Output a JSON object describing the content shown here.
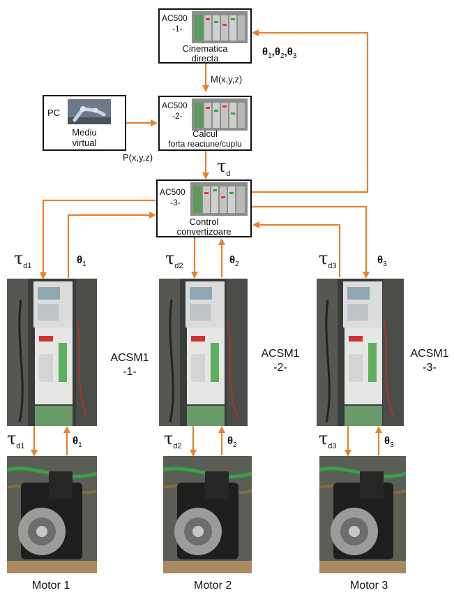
{
  "plc_top": {
    "model": "AC500",
    "index": "-1-",
    "line1": "Cinematica",
    "line2": "directa"
  },
  "plc_mid": {
    "model": "AC500",
    "index": "-2-",
    "line1": "Calcul",
    "line2": "forta reaciune/cuplu"
  },
  "plc_bot": {
    "model": "AC500",
    "index": "-3-",
    "line1": "Control",
    "line2": "convertizoare"
  },
  "pc": {
    "label": "PC",
    "line1": "Mediu",
    "line2": "virtual"
  },
  "signals": {
    "m_xyz": "M(x,y,z)",
    "p_xyz": "P(x,y,z)",
    "tau": "τ",
    "tau_d_sub": "d",
    "theta": "θ",
    "thetas_1": "1",
    "thetas_2": "2",
    "thetas_3": "3"
  },
  "drives": [
    {
      "name": "ACSM1",
      "index": "-1-",
      "tau_sub": "d1",
      "theta_sub": "1"
    },
    {
      "name": "ACSM1",
      "index": "-2-",
      "tau_sub": "d2",
      "theta_sub": "2"
    },
    {
      "name": "ACSM1",
      "index": "-3-",
      "tau_sub": "d3",
      "theta_sub": "3"
    }
  ],
  "motors": [
    {
      "label": "Motor 1"
    },
    {
      "label": "Motor 2"
    },
    {
      "label": "Motor 3"
    }
  ],
  "colors": {
    "arrow": "#e8822a",
    "border": "#111111"
  }
}
